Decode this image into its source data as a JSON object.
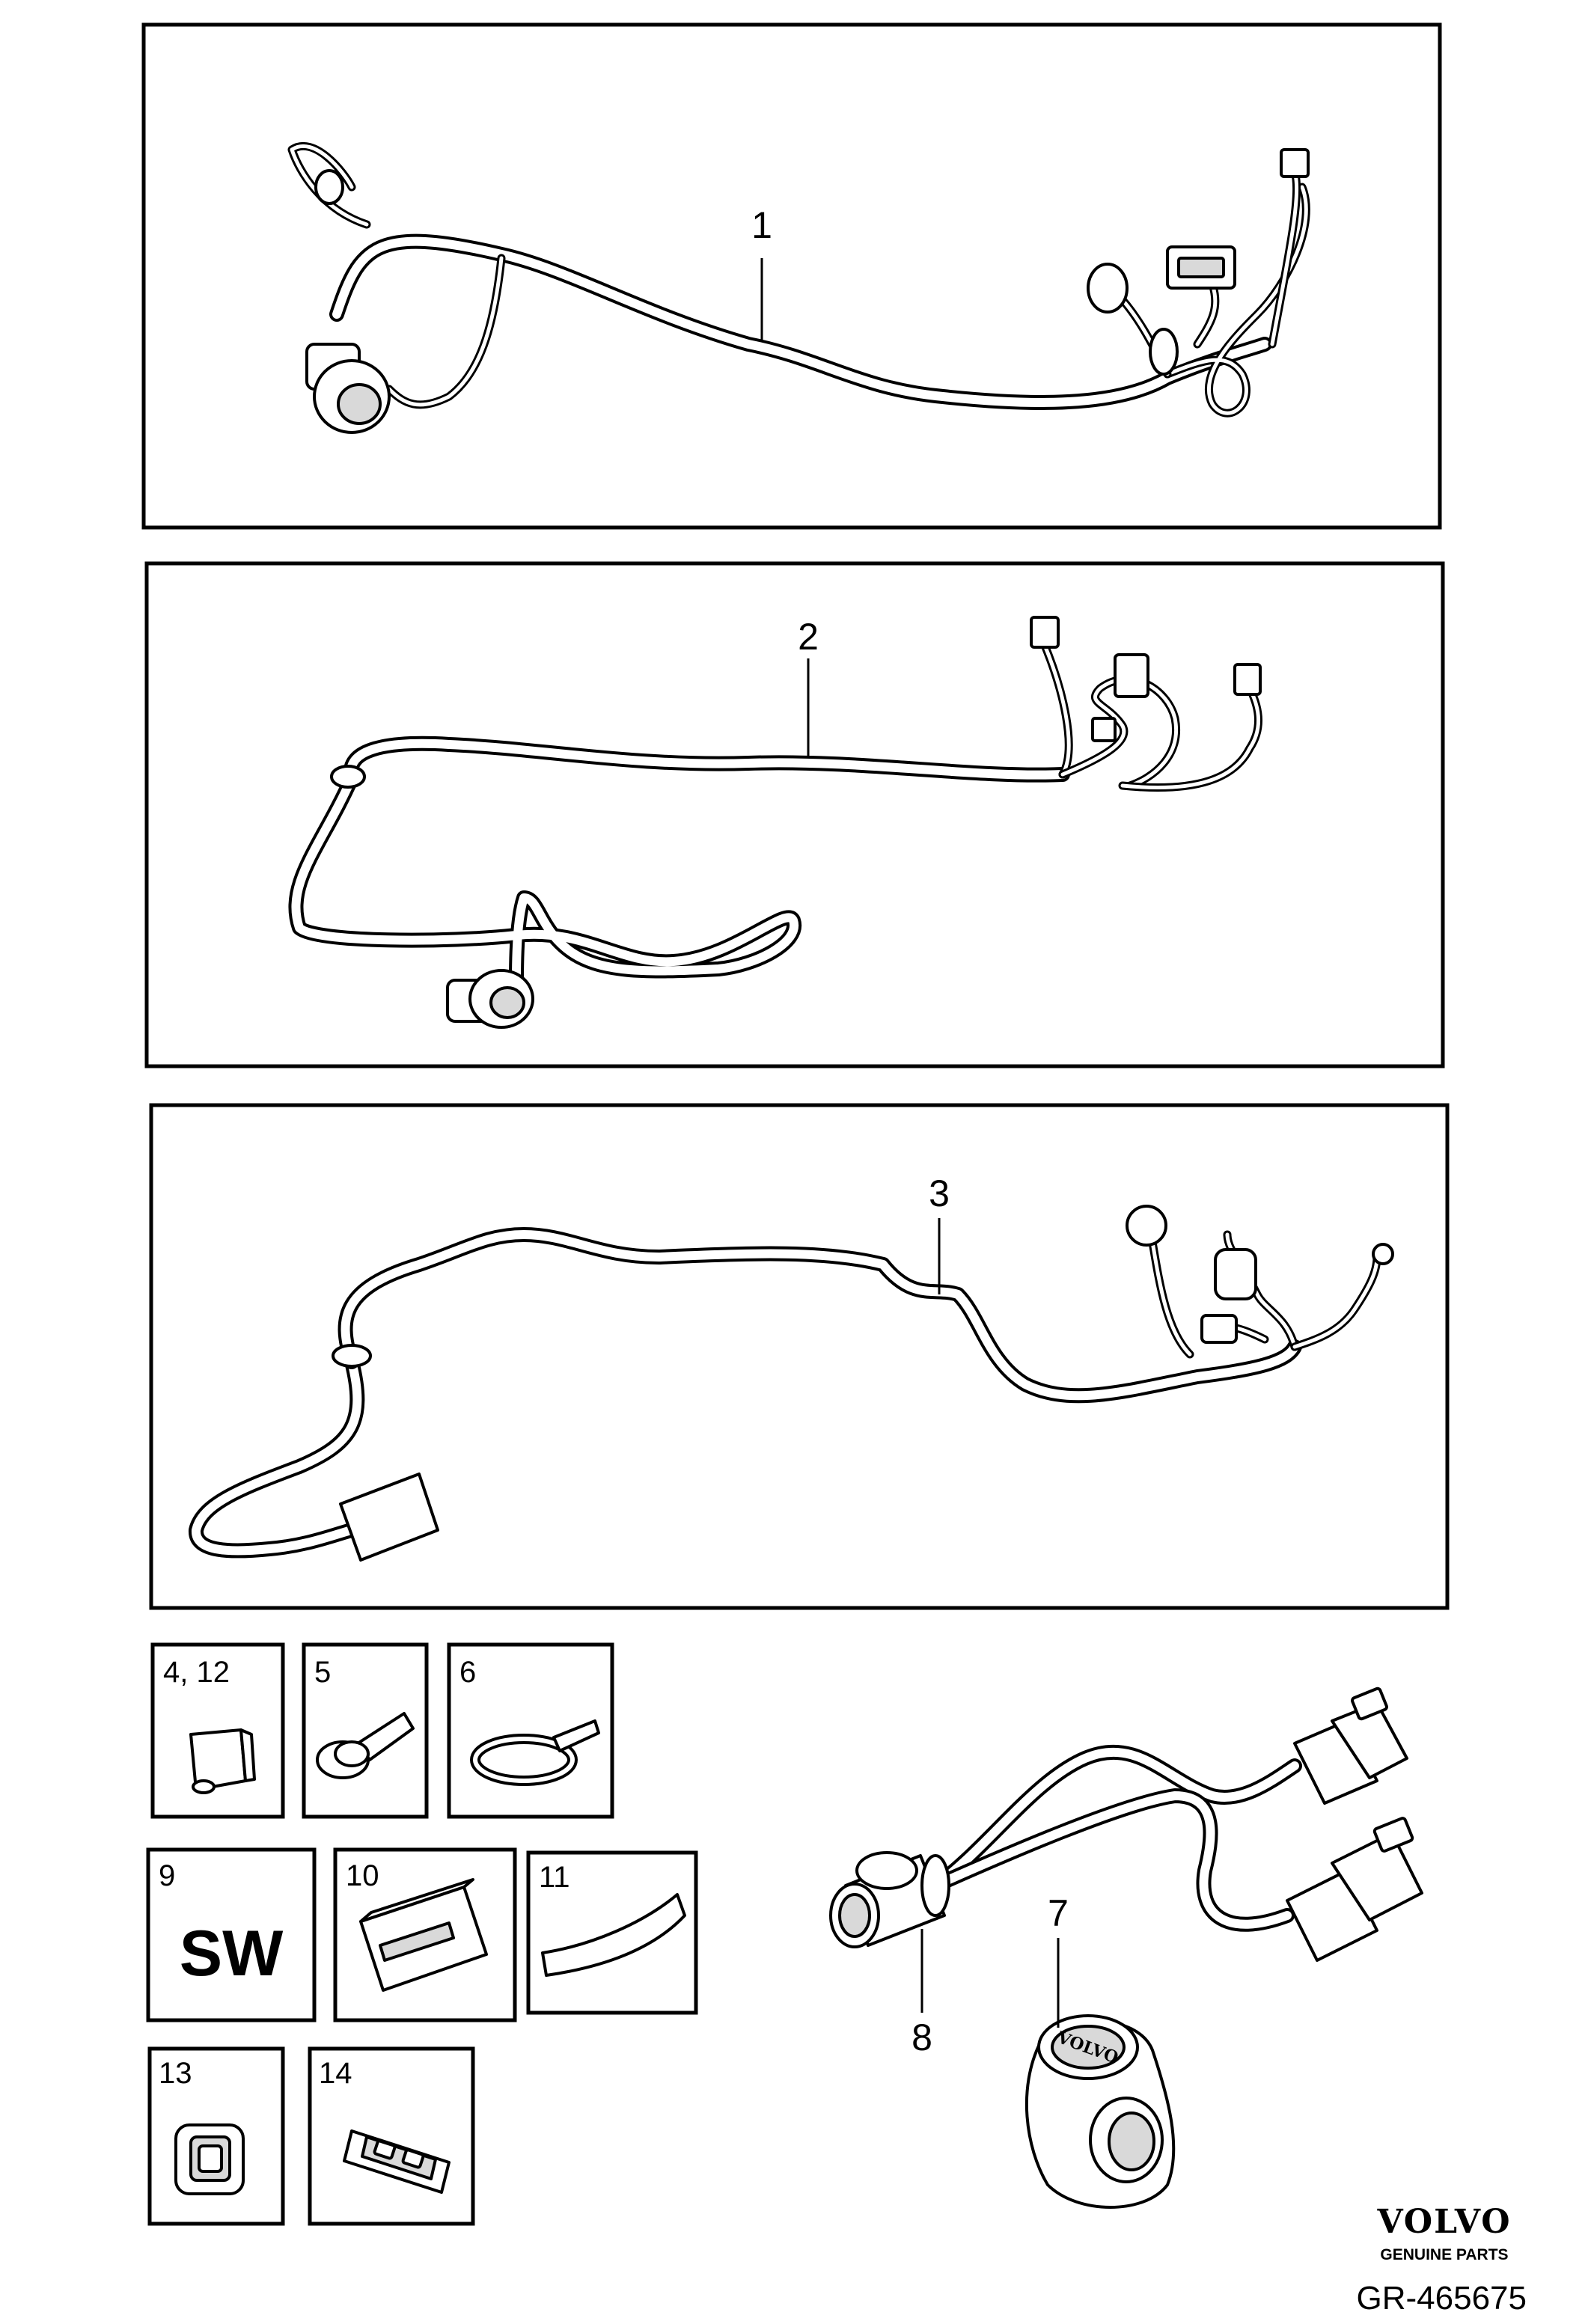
{
  "callouts": {
    "p1": "1",
    "p2": "2",
    "p3": "3",
    "p4_12": "4, 12",
    "p5": "5",
    "p6": "6",
    "p7": "7",
    "p8": "8",
    "p9": "9",
    "p10": "10",
    "p11": "11",
    "p13": "13",
    "p14": "14"
  },
  "software_label": "SW",
  "logo": {
    "brand": "VOLVO",
    "tagline": "GENUINE PARTS"
  },
  "drawing_number": "GR-465675"
}
